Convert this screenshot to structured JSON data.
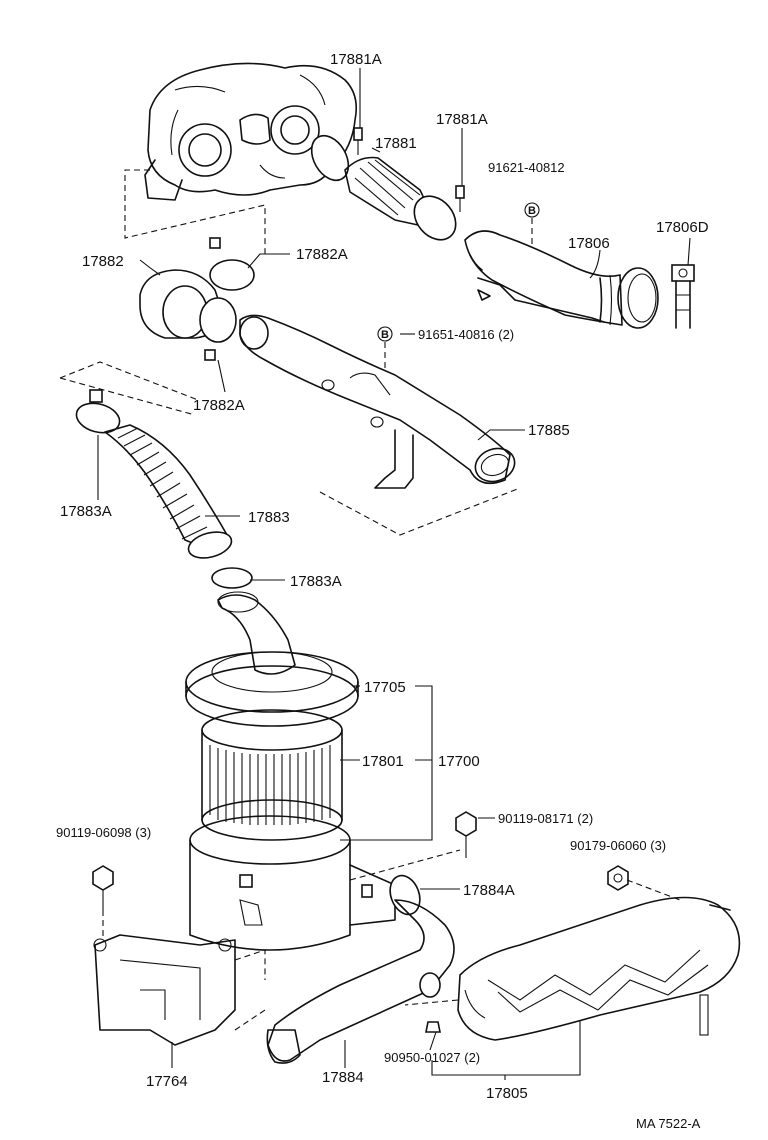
{
  "diagram": {
    "footer_code": "MA 7522-A",
    "circle_marker": "B",
    "labels": {
      "l_17881A_top": "17881A",
      "l_17881A_mid": "17881A",
      "l_17881": "17881",
      "l_91621": "91621-40812",
      "l_17806": "17806",
      "l_17806D": "17806D",
      "l_17882": "17882",
      "l_17882A_top": "17882A",
      "l_17882A_bot": "17882A",
      "l_91651": "91651-40816 (2)",
      "l_17885": "17885",
      "l_17883A_left": "17883A",
      "l_17883": "17883",
      "l_17883A_right": "17883A",
      "l_17705": "17705",
      "l_17801": "17801",
      "l_17700": "17700",
      "l_90119_08171": "90119-08171 (2)",
      "l_90119_06098": "90119-06098 (3)",
      "l_90179": "90179-06060 (3)",
      "l_17884A": "17884A",
      "l_90950": "90950-01027 (2)",
      "l_17764": "17764",
      "l_17884": "17884",
      "l_17805": "17805"
    }
  }
}
